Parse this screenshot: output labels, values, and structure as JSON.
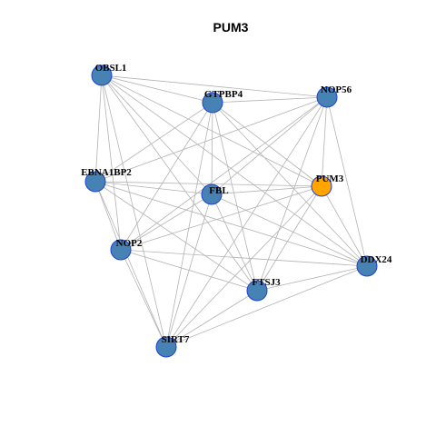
{
  "title": "PUM3",
  "colors": {
    "node_default": "#4682b4",
    "node_highlight": "#ffa500",
    "node_border": "#1f3fd9",
    "edge": "#b3b3b3"
  },
  "nodes": [
    {
      "id": "OBSL1",
      "label": "OBSL1",
      "highlight": false
    },
    {
      "id": "GTPBP4",
      "label": "GTPBP4",
      "highlight": false
    },
    {
      "id": "NOP56",
      "label": "NOP56",
      "highlight": false
    },
    {
      "id": "EBNA1BP2",
      "label": "EBNA1BP2",
      "highlight": false
    },
    {
      "id": "FBL",
      "label": "FBL",
      "highlight": false
    },
    {
      "id": "PUM3",
      "label": "PUM3",
      "highlight": true
    },
    {
      "id": "NOP2",
      "label": "NOP2",
      "highlight": false
    },
    {
      "id": "DDX24",
      "label": "DDX24",
      "highlight": false
    },
    {
      "id": "FTSJ3",
      "label": "FTSJ3",
      "highlight": false
    },
    {
      "id": "SIRT7",
      "label": "SIRT7",
      "highlight": false
    }
  ],
  "edges": [
    [
      "OBSL1",
      "GTPBP4"
    ],
    [
      "OBSL1",
      "NOP56"
    ],
    [
      "OBSL1",
      "EBNA1BP2"
    ],
    [
      "OBSL1",
      "FBL"
    ],
    [
      "OBSL1",
      "PUM3"
    ],
    [
      "OBSL1",
      "NOP2"
    ],
    [
      "OBSL1",
      "DDX24"
    ],
    [
      "OBSL1",
      "FTSJ3"
    ],
    [
      "OBSL1",
      "SIRT7"
    ],
    [
      "GTPBP4",
      "NOP56"
    ],
    [
      "GTPBP4",
      "EBNA1BP2"
    ],
    [
      "GTPBP4",
      "FBL"
    ],
    [
      "GTPBP4",
      "PUM3"
    ],
    [
      "GTPBP4",
      "NOP2"
    ],
    [
      "GTPBP4",
      "DDX24"
    ],
    [
      "GTPBP4",
      "FTSJ3"
    ],
    [
      "GTPBP4",
      "SIRT7"
    ],
    [
      "NOP56",
      "EBNA1BP2"
    ],
    [
      "NOP56",
      "FBL"
    ],
    [
      "NOP56",
      "PUM3"
    ],
    [
      "NOP56",
      "NOP2"
    ],
    [
      "NOP56",
      "DDX24"
    ],
    [
      "NOP56",
      "FTSJ3"
    ],
    [
      "NOP56",
      "SIRT7"
    ],
    [
      "EBNA1BP2",
      "FBL"
    ],
    [
      "EBNA1BP2",
      "PUM3"
    ],
    [
      "EBNA1BP2",
      "NOP2"
    ],
    [
      "EBNA1BP2",
      "DDX24"
    ],
    [
      "EBNA1BP2",
      "FTSJ3"
    ],
    [
      "EBNA1BP2",
      "SIRT7"
    ],
    [
      "FBL",
      "PUM3"
    ],
    [
      "FBL",
      "NOP2"
    ],
    [
      "FBL",
      "DDX24"
    ],
    [
      "FBL",
      "FTSJ3"
    ],
    [
      "FBL",
      "SIRT7"
    ],
    [
      "PUM3",
      "NOP2"
    ],
    [
      "PUM3",
      "DDX24"
    ],
    [
      "PUM3",
      "FTSJ3"
    ],
    [
      "PUM3",
      "SIRT7"
    ],
    [
      "NOP2",
      "DDX24"
    ],
    [
      "NOP2",
      "FTSJ3"
    ],
    [
      "NOP2",
      "SIRT7"
    ],
    [
      "DDX24",
      "FTSJ3"
    ],
    [
      "DDX24",
      "SIRT7"
    ],
    [
      "FTSJ3",
      "SIRT7"
    ]
  ]
}
